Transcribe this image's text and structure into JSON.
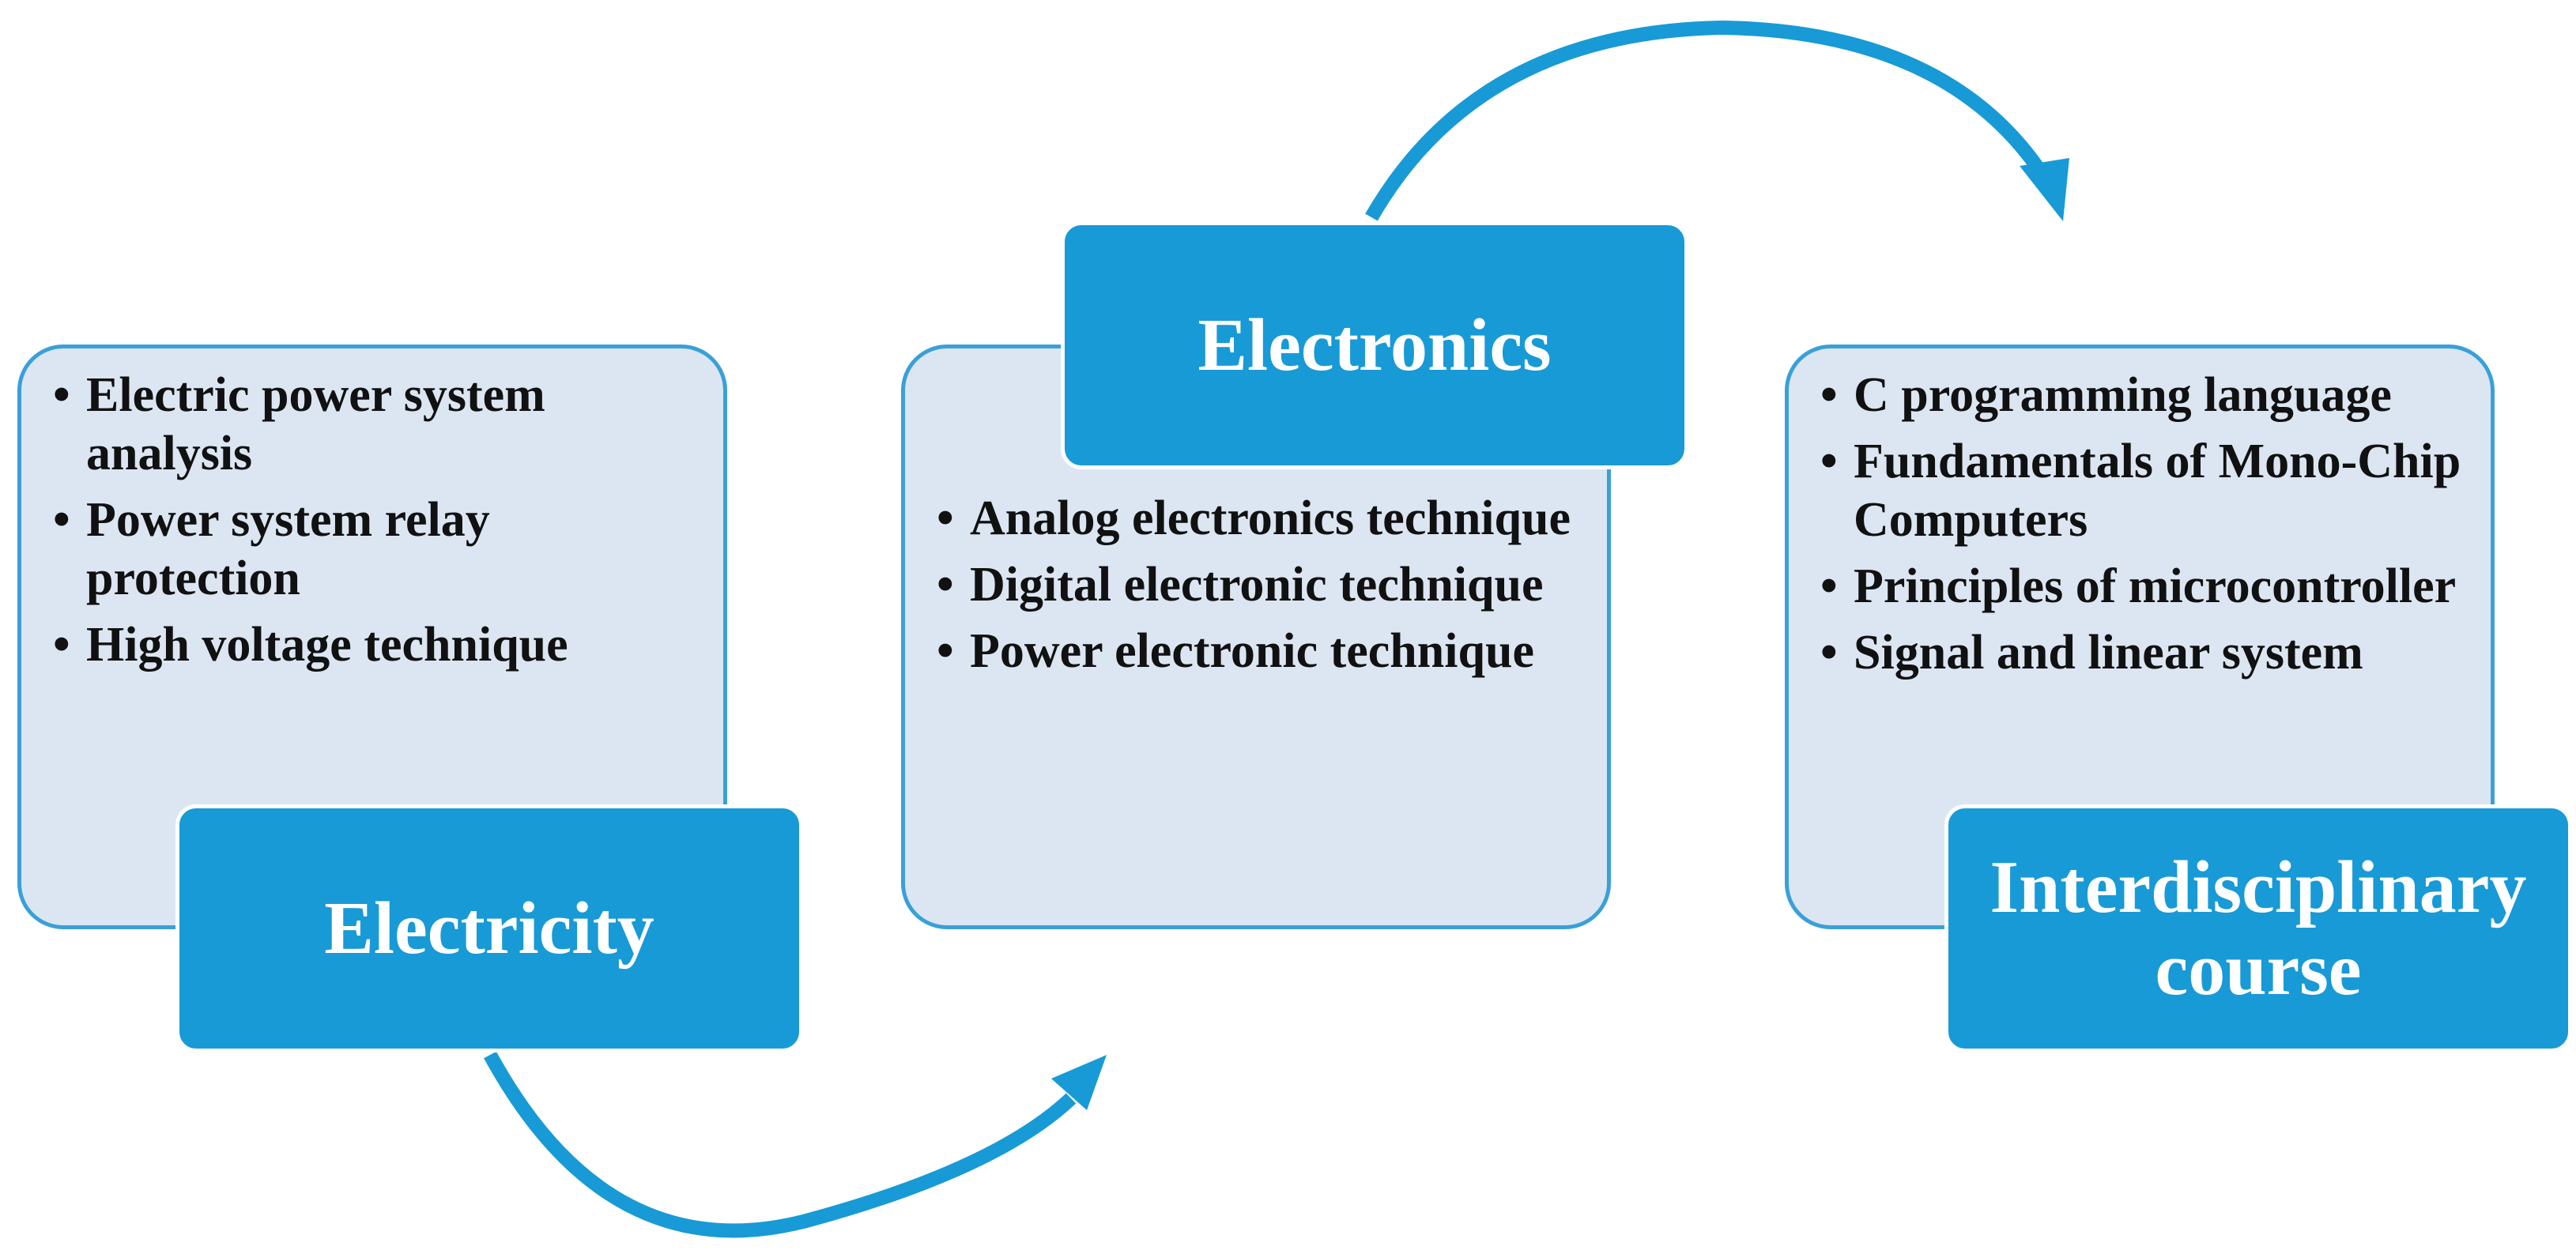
{
  "colors": {
    "panel_fill": "#dce6f2",
    "panel_border": "#3aa0d8",
    "tab_fill": "#189ad6",
    "arrow": "#189ad6"
  },
  "stages": [
    {
      "title": "Electricity",
      "items": [
        "Electric power system analysis",
        "Power system relay protection",
        "High voltage technique"
      ]
    },
    {
      "title": "Electronics",
      "items": [
        "Analog electronics technique",
        "Digital electronic technique",
        "Power electronic technique"
      ]
    },
    {
      "title": "Interdisciplinary course",
      "items": [
        "C programming language",
        "Fundamentals of Mono-Chip Computers",
        "Principles of microcontroller",
        "Signal and linear system"
      ]
    }
  ]
}
